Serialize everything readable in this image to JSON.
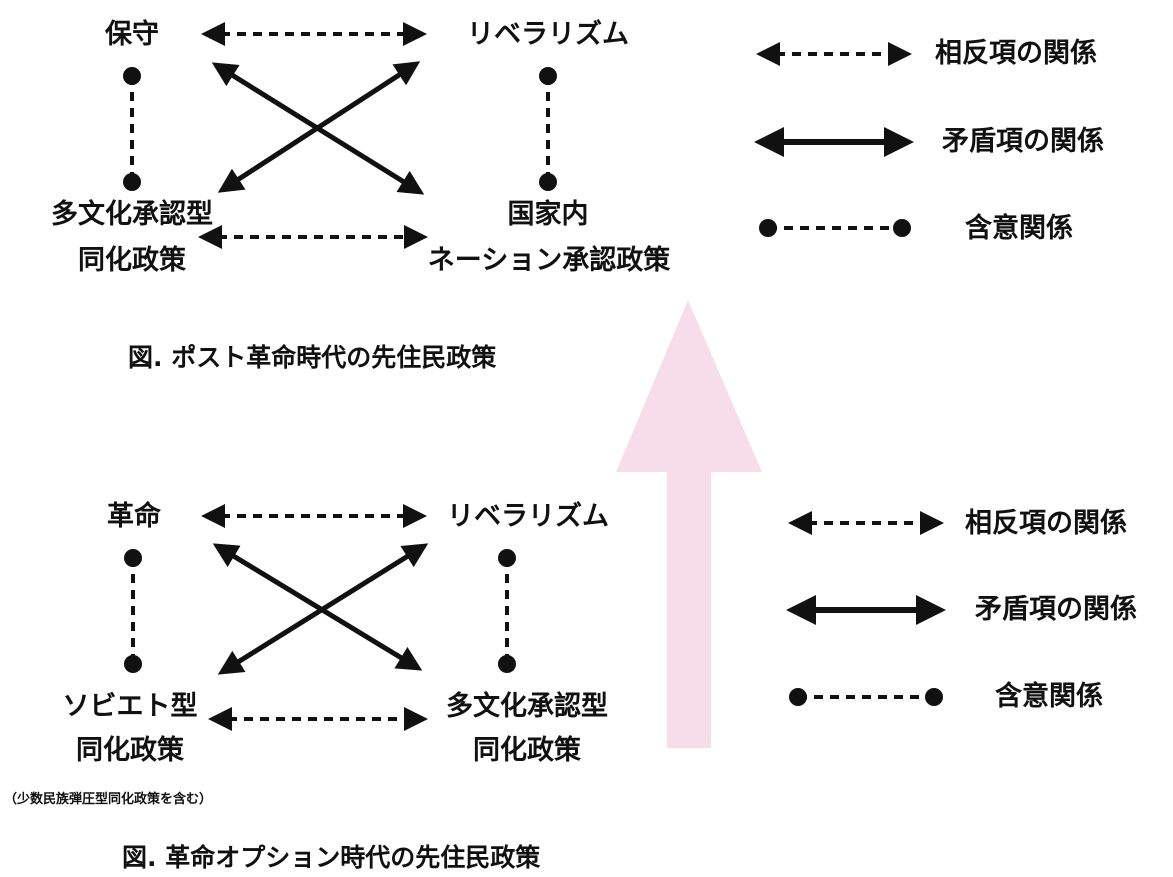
{
  "upper": {
    "top_left": "保守",
    "top_right": "リベラリズム",
    "bottom_left_1": "多文化承認型",
    "bottom_left_2": "同化政策",
    "bottom_right_1": "国家内",
    "bottom_right_2": "ネーション承認政策",
    "caption": "図. ポスト革命時代の先住民政策",
    "legend": {
      "contrary": "相反項の関係",
      "contradictory": "矛盾項の関係",
      "implication": "含意関係"
    }
  },
  "lower": {
    "top_left": "革命",
    "top_right": "リベラリズム",
    "bottom_left_1": "ソビエト型",
    "bottom_left_2": "同化政策",
    "bottom_right_1": "多文化承認型",
    "bottom_right_2": "同化政策",
    "note": "（少数民族弾圧型同化政策を含む）",
    "caption": "図. 革命オプション時代の先住民政策",
    "legend": {
      "contrary": "相反項の関係",
      "contradictory": "矛盾項の関係",
      "implication": "含意関係"
    }
  },
  "colors": {
    "ink": "#111111",
    "arrow_fill": "#f6dde9"
  }
}
